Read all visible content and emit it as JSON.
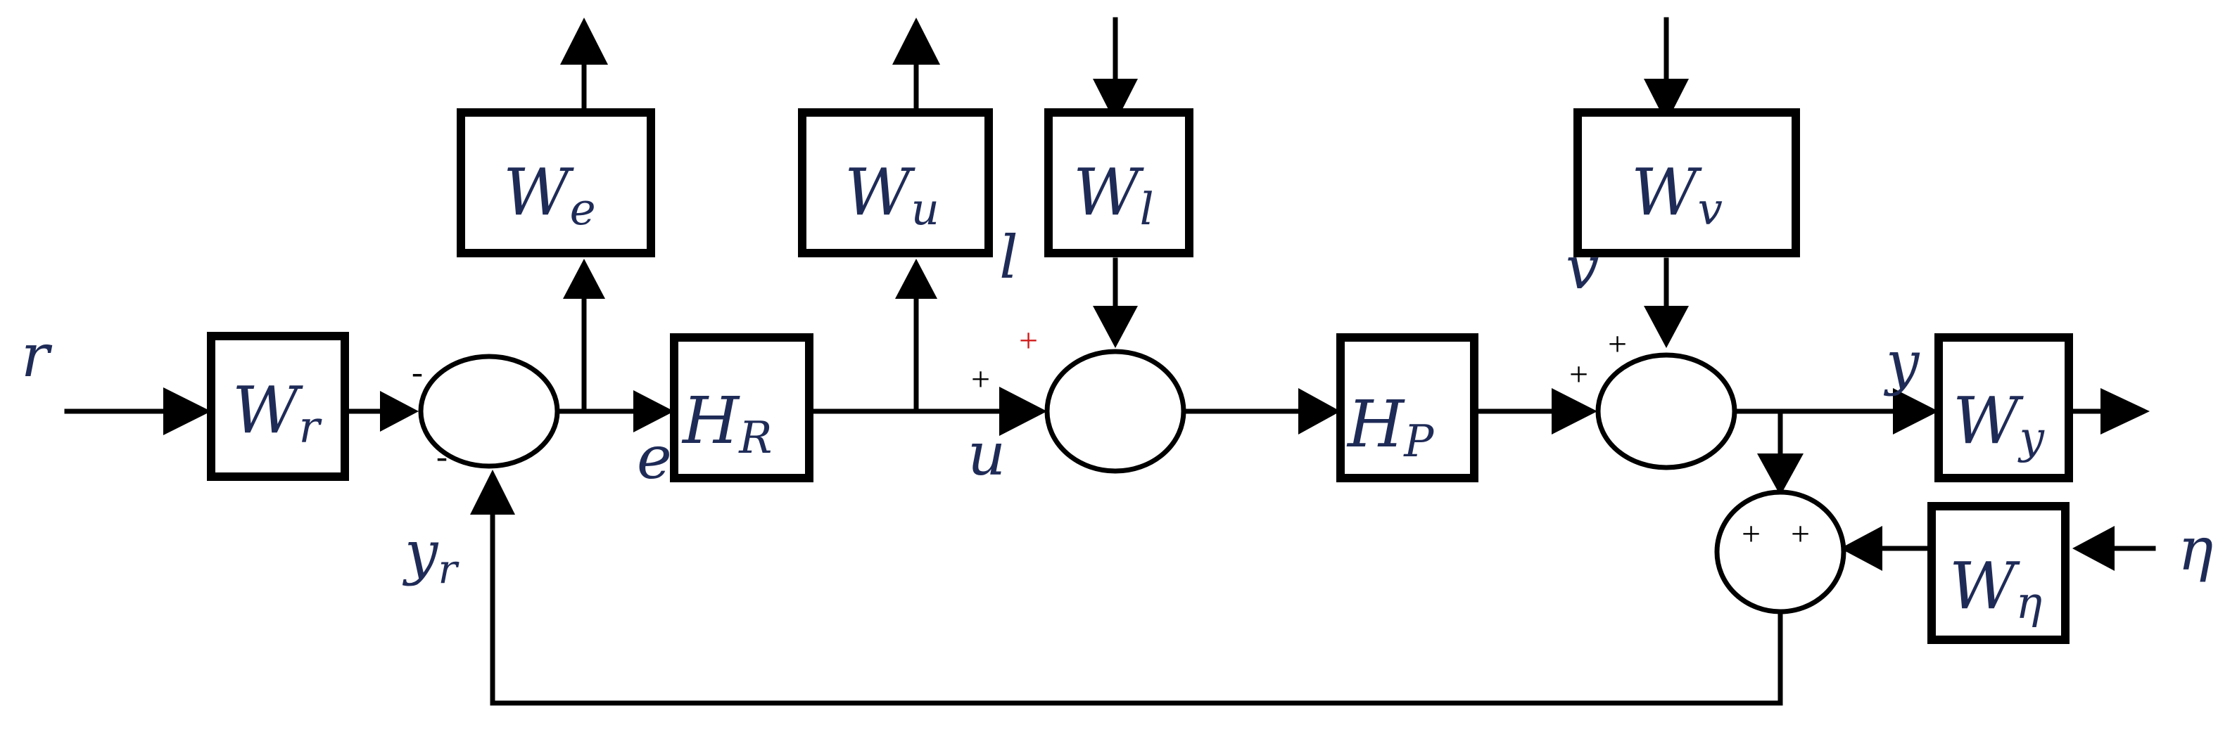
{
  "diagram": {
    "blocks": {
      "Wr": {
        "base": "W",
        "sub": "r"
      },
      "We": {
        "base": "W",
        "sub": "e"
      },
      "HR": {
        "base": "H",
        "sub": "R"
      },
      "Wu": {
        "base": "W",
        "sub": "u"
      },
      "Wl": {
        "base": "W",
        "sub": "l"
      },
      "HP": {
        "base": "H",
        "sub": "P"
      },
      "Wv": {
        "base": "W",
        "sub": "v"
      },
      "Wy": {
        "base": "W",
        "sub": "y"
      },
      "Weta": {
        "base": "W",
        "sub": "η"
      }
    },
    "signals": {
      "r": "r",
      "e": "e",
      "u": "u",
      "l": "l",
      "v": "v",
      "y": "y",
      "eta": "η",
      "yr_base": "y",
      "yr_sub": "r"
    },
    "signs": {
      "plus": "+",
      "minus": "-"
    }
  }
}
